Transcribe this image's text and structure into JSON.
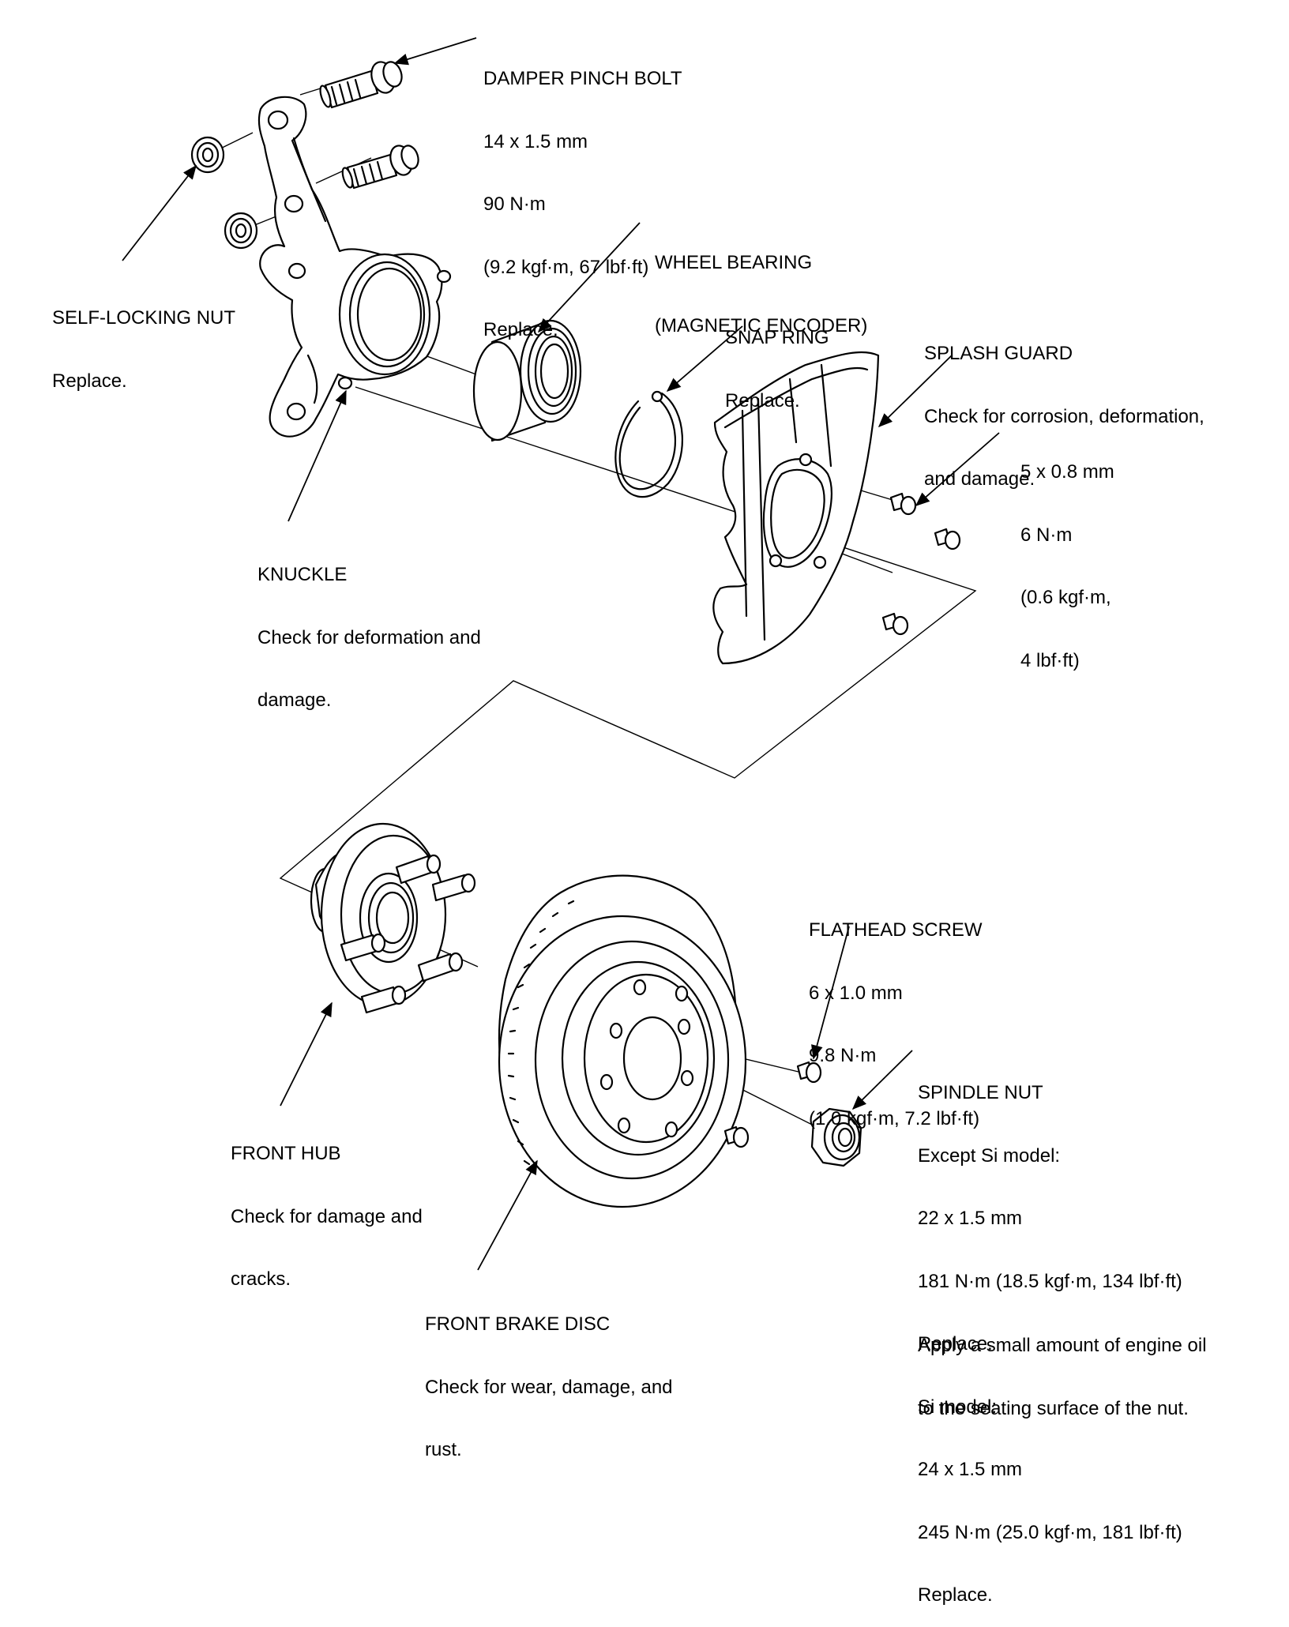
{
  "callouts": {
    "damper_pinch_bolt": [
      "DAMPER PINCH BOLT",
      "14 x 1.5 mm",
      "90 N·m",
      "(9.2 kgf·m, 67 lbf·ft)",
      "Replace."
    ],
    "self_locking_nut": [
      "SELF-LOCKING NUT",
      "Replace."
    ],
    "wheel_bearing": [
      "WHEEL BEARING",
      "(MAGNETIC ENCODER)"
    ],
    "snap_ring": [
      "SNAP RING",
      "Replace."
    ],
    "splash_guard": [
      "SPLASH GUARD",
      "Check for corrosion, deformation,",
      "and damage."
    ],
    "splash_screw": [
      "5 x 0.8 mm",
      "6 N·m",
      "(0.6 kgf·m,",
      "4 lbf·ft)"
    ],
    "knuckle": [
      "KNUCKLE",
      "Check for deformation and",
      "damage."
    ],
    "flathead_screw": [
      "FLATHEAD SCREW",
      "6 x 1.0 mm",
      "9.8 N·m",
      "(1.0 kgf·m, 7.2 lbf·ft)"
    ],
    "spindle_nut": [
      "SPINDLE NUT",
      "Except Si model:",
      "22 x 1.5 mm",
      "181 N·m (18.5 kgf·m, 134 lbf·ft)",
      "Replace.",
      "Si model:",
      "24 x 1.5 mm",
      "245 N·m (25.0 kgf·m, 181 lbf·ft)",
      "Replace."
    ],
    "front_hub": [
      "FRONT HUB",
      "Check for damage and",
      "cracks."
    ],
    "front_brake_disc": [
      "FRONT BRAKE DISC",
      "Check for wear, damage, and",
      "rust."
    ],
    "oil_note": [
      "Apply a small amount of engine oil",
      "to the seating surface of the nut."
    ]
  }
}
